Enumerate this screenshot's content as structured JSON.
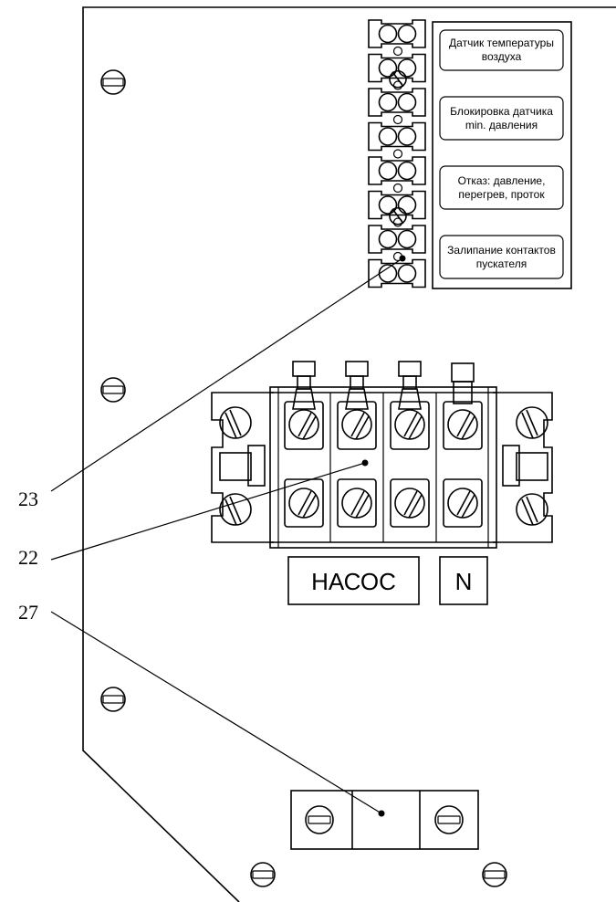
{
  "terminal_labels": [
    {
      "line1": "Датчик температуры",
      "line2": "воздуха"
    },
    {
      "line1": "Блокировка датчика",
      "line2": "min. давления"
    },
    {
      "line1": "Отказ: давление,",
      "line2": "перегрев, проток"
    },
    {
      "line1": "Залипание контактов",
      "line2": "пускателя"
    }
  ],
  "block_labels": {
    "pump": "НАСОС",
    "neutral": "N"
  },
  "callouts": [
    "23",
    "22",
    "27"
  ]
}
